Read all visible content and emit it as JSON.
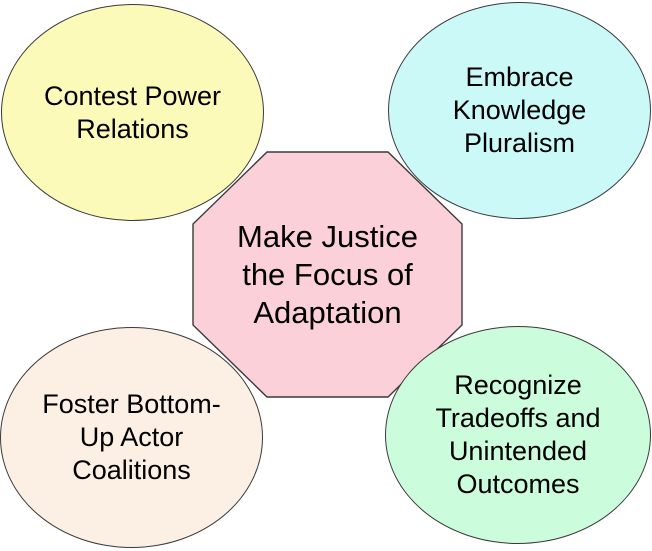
{
  "diagram": {
    "background_color": "#ffffff",
    "border_color": "#3a3a3a",
    "text_color": "#000000",
    "center": {
      "shape": "octagon",
      "text": "Make Justice\nthe Focus of\nAdaptation",
      "fill": "#fbd0d8"
    },
    "bubbles": [
      {
        "id": "contest-power-relations",
        "position": "top-left",
        "text": "Contest Power\nRelations",
        "fill": "#fbfab9"
      },
      {
        "id": "embrace-knowledge-pluralism",
        "position": "top-right",
        "text": "Embrace\nKnowledge\nPluralism",
        "fill": "#caf9f7"
      },
      {
        "id": "foster-bottom-up-actor-coalitions",
        "position": "bottom-left",
        "text": "Foster Bottom-\nUp Actor\nCoalitions",
        "fill": "#fbf0e3"
      },
      {
        "id": "recognize-tradeoffs-unintended-outcomes",
        "position": "bottom-right",
        "text": "Recognize\nTradeoffs and\nUnintended\nOutcomes",
        "fill": "#cbfcdb"
      }
    ]
  }
}
